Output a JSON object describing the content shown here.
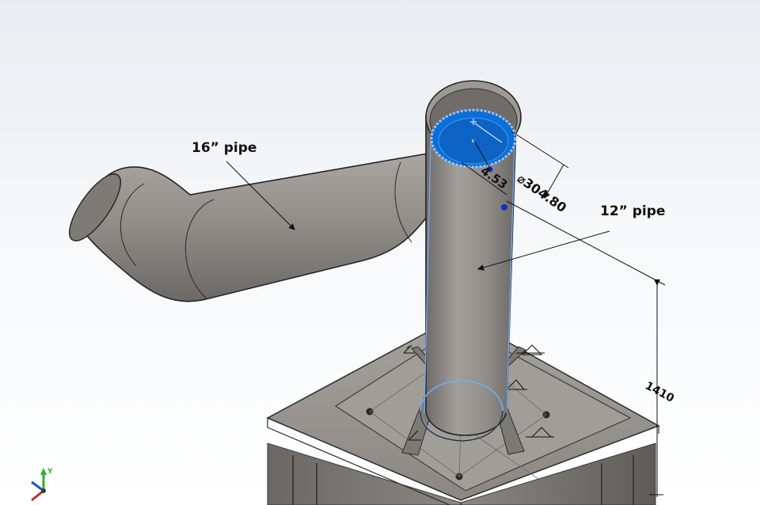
{
  "labels": {
    "pipe16": "16” pipe",
    "pipe12": "12” pipe"
  },
  "dimensions": {
    "thickness": "4.53",
    "diameter": "⌀304.80",
    "height": "1410"
  },
  "triad": {
    "y": "Y"
  },
  "colors": {
    "pipe": "#8c8985",
    "selected_face": "#0a6fd8",
    "highlight": "#74aef5",
    "background": "#f3f5f7"
  }
}
